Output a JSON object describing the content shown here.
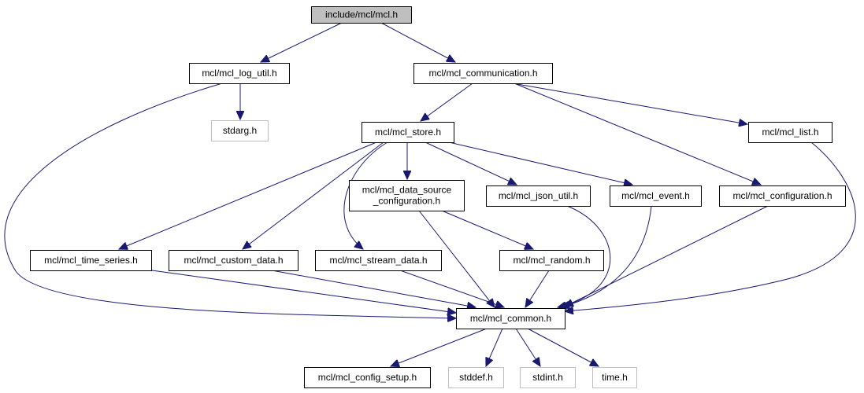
{
  "graph": {
    "title": "include/mcl/mcl.h",
    "nodes": {
      "root": [
        "include/mcl/mcl.h"
      ],
      "log_util": [
        "mcl/mcl_log_util.h"
      ],
      "communication": [
        "mcl/mcl_communication.h"
      ],
      "stdarg": [
        "stdarg.h"
      ],
      "store": [
        "mcl/mcl_store.h"
      ],
      "list": [
        "mcl/mcl_list.h"
      ],
      "data_source_configuration": [
        "mcl/mcl_data_source",
        "_configuration.h"
      ],
      "json_util": [
        "mcl/mcl_json_util.h"
      ],
      "event": [
        "mcl/mcl_event.h"
      ],
      "configuration": [
        "mcl/mcl_configuration.h"
      ],
      "time_series": [
        "mcl/mcl_time_series.h"
      ],
      "custom_data": [
        "mcl/mcl_custom_data.h"
      ],
      "stream_data": [
        "mcl/mcl_stream_data.h"
      ],
      "random": [
        "mcl/mcl_random.h"
      ],
      "common": [
        "mcl/mcl_common.h"
      ],
      "config_setup": [
        "mcl/mcl_config_setup.h"
      ],
      "stddef": [
        "stddef.h"
      ],
      "stdint": [
        "stdint.h"
      ],
      "time": [
        "time.h"
      ]
    },
    "edges": [
      [
        "root",
        "log_util"
      ],
      [
        "root",
        "communication"
      ],
      [
        "log_util",
        "stdarg"
      ],
      [
        "log_util",
        "common"
      ],
      [
        "communication",
        "store"
      ],
      [
        "communication",
        "list"
      ],
      [
        "communication",
        "configuration"
      ],
      [
        "store",
        "data_source_configuration"
      ],
      [
        "store",
        "json_util"
      ],
      [
        "store",
        "event"
      ],
      [
        "store",
        "time_series"
      ],
      [
        "store",
        "custom_data"
      ],
      [
        "store",
        "stream_data"
      ],
      [
        "list",
        "common"
      ],
      [
        "data_source_configuration",
        "random"
      ],
      [
        "data_source_configuration",
        "common"
      ],
      [
        "json_util",
        "common"
      ],
      [
        "event",
        "common"
      ],
      [
        "configuration",
        "common"
      ],
      [
        "time_series",
        "common"
      ],
      [
        "custom_data",
        "common"
      ],
      [
        "stream_data",
        "common"
      ],
      [
        "random",
        "common"
      ],
      [
        "common",
        "config_setup"
      ],
      [
        "common",
        "stddef"
      ],
      [
        "common",
        "stdint"
      ],
      [
        "common",
        "time"
      ]
    ]
  }
}
